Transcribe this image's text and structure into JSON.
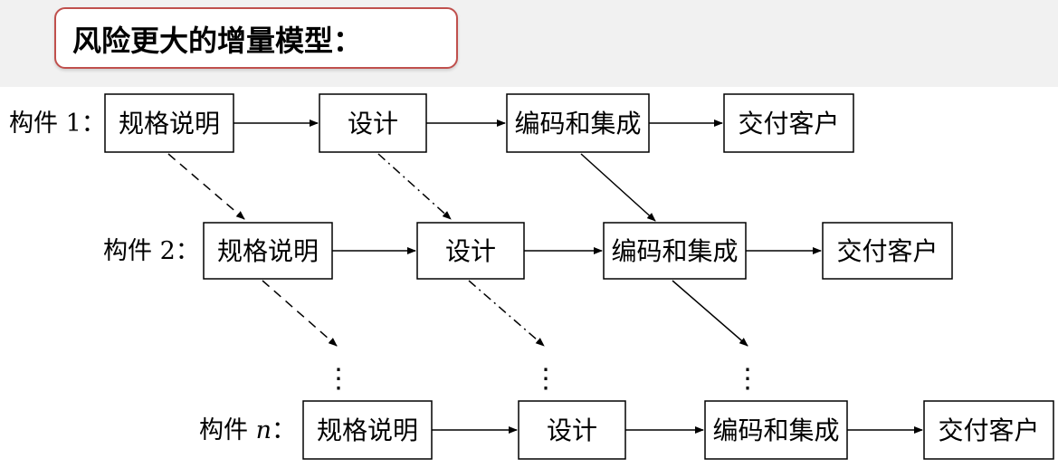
{
  "title": "风险更大的增量模型：",
  "rows": [
    {
      "label_prefix": "构件 ",
      "label_var": "1",
      "label_suffix": "：",
      "var_italic": false
    },
    {
      "label_prefix": "构件 ",
      "label_var": "2",
      "label_suffix": "：",
      "var_italic": false
    },
    {
      "label_prefix": "构件 ",
      "label_var": "n",
      "label_suffix": "：",
      "var_italic": true
    }
  ],
  "stages": [
    "规格说明",
    "设计",
    "编码和集成",
    "交付客户"
  ],
  "continuation": "⋮",
  "connector_styles": [
    "dashed",
    "dash-dot",
    "solid"
  ],
  "colors": {
    "title_border": "#c0504d",
    "title_band": "#f1f1f1",
    "line": "#000000"
  }
}
